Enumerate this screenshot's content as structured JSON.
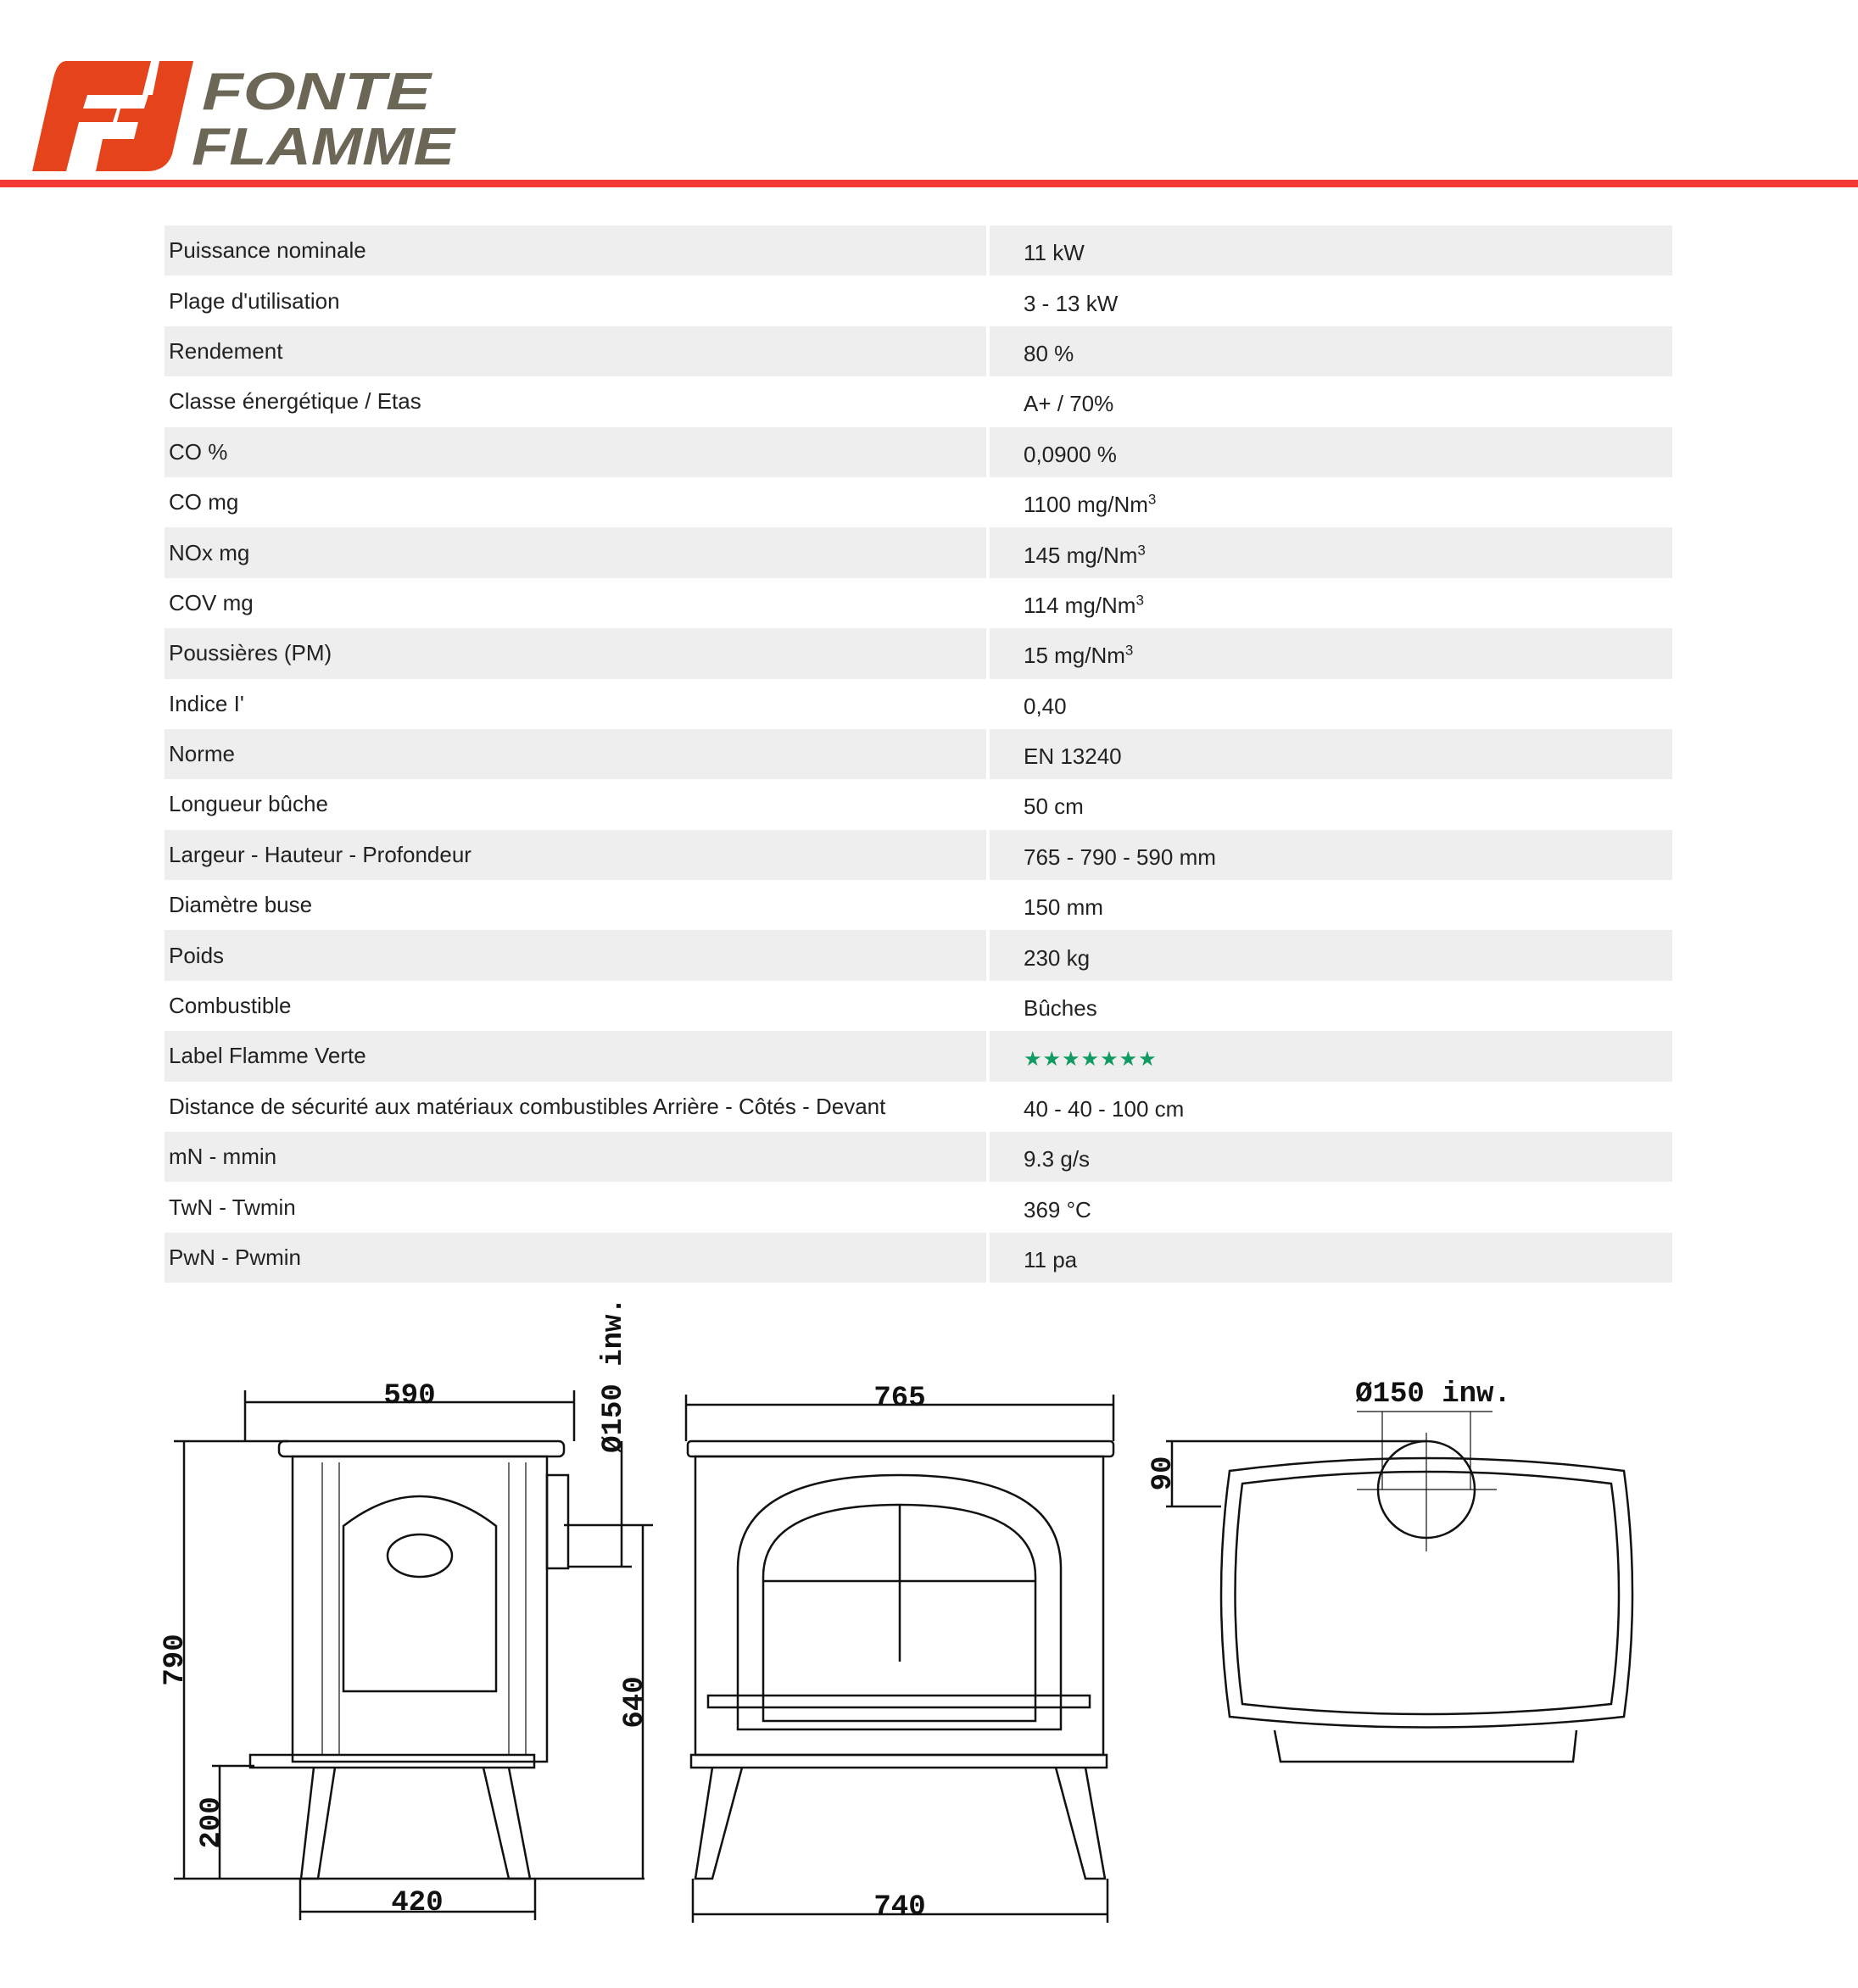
{
  "brand": {
    "name_line1": "FONTE",
    "name_line2": "FLAMME",
    "logo_color": "#e5431b",
    "text_color": "#6b6656",
    "rule_color": "#f43838"
  },
  "specs": [
    {
      "label": "Puissance nominale",
      "value": "11 kW"
    },
    {
      "label": "Plage d'utilisation",
      "value": "3 - 13 kW"
    },
    {
      "label": "Rendement",
      "value": "80 %"
    },
    {
      "label": "Classe énergétique / Etas",
      "value": "A+ / 70%"
    },
    {
      "label": "CO %",
      "value": "0,0900 %"
    },
    {
      "label": "CO mg",
      "value": "1100 mg/Nm",
      "sup": "3"
    },
    {
      "label": "NOx mg",
      "value": "145 mg/Nm",
      "sup": "3"
    },
    {
      "label": "COV mg",
      "value": "114 mg/Nm",
      "sup": "3"
    },
    {
      "label": "Poussières (PM)",
      "value": "15 mg/Nm",
      "sup": "3"
    },
    {
      "label": "Indice I'",
      "value": "0,40"
    },
    {
      "label": "Norme",
      "value": "EN 13240"
    },
    {
      "label": "Longueur bûche",
      "value": "50 cm"
    },
    {
      "label": "Largeur - Hauteur - Profondeur",
      "value": "765 - 790 - 590 mm"
    },
    {
      "label": "Diamètre buse",
      "value": "150 mm"
    },
    {
      "label": "Poids",
      "value": "230 kg"
    },
    {
      "label": "Combustible",
      "value": "Bûches"
    },
    {
      "label": "Label Flamme Verte",
      "stars": 7,
      "star_color": "#109b63"
    },
    {
      "label": "Distance de sécurité aux matériaux combustibles Arrière - Côtés - Devant",
      "value": "40 - 40 - 100 cm"
    },
    {
      "label": "mN - mmin",
      "value": "9.3 g/s"
    },
    {
      "label": "TwN - Twmin",
      "value": "369 °C"
    },
    {
      "label": "PwN - Pwmin",
      "value": "11 pa"
    }
  ],
  "drawings": {
    "side": {
      "depth": "590",
      "height": "790",
      "leg_height": "200",
      "flue_height": "640",
      "base_depth": "420",
      "flue": "Ø150 inw."
    },
    "front": {
      "width": "765",
      "base_width": "740"
    },
    "top": {
      "flue": "Ø150 inw.",
      "flue_offset": "90"
    }
  }
}
